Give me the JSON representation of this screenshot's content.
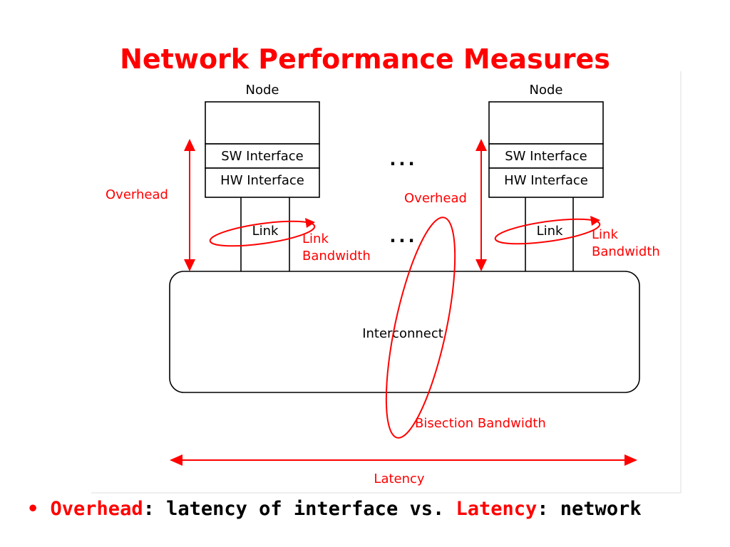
{
  "title": "Network Performance Measures",
  "diagram": {
    "left_node": {
      "label": "Node",
      "sw": "SW Interface",
      "hw": "HW Interface",
      "link": "Link"
    },
    "right_node": {
      "label": "Node",
      "sw": "SW Interface",
      "hw": "HW Interface",
      "link": "Link"
    },
    "ellipsis": "...",
    "overhead_left": "Overhead",
    "overhead_center": "Overhead",
    "link_bandwidth_left": [
      "Link",
      "Bandwidth"
    ],
    "link_bandwidth_right": [
      "Link",
      "Bandwidth"
    ],
    "interconnect": "Interconnect",
    "bisection_bandwidth": "Bisection Bandwidth",
    "latency": "Latency"
  },
  "bullet": {
    "marker": "•",
    "term1": "Overhead",
    "text1": ": latency of interface vs. ",
    "term2": "Latency",
    "text2": ": network"
  },
  "colors": {
    "accent": "#ff0000",
    "ink": "#000000",
    "background": "#ffffff"
  }
}
